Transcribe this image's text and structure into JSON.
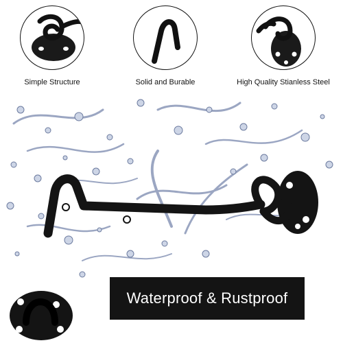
{
  "features": [
    {
      "caption": "Simple Structure"
    },
    {
      "caption": "Solid and Burable"
    },
    {
      "caption": "High Quality Stianless Steel"
    }
  ],
  "banner": {
    "text": "Waterproof & Rustproof"
  },
  "colors": {
    "metal": "#141414",
    "water": "#7a8bb0",
    "background": "#ffffff"
  }
}
